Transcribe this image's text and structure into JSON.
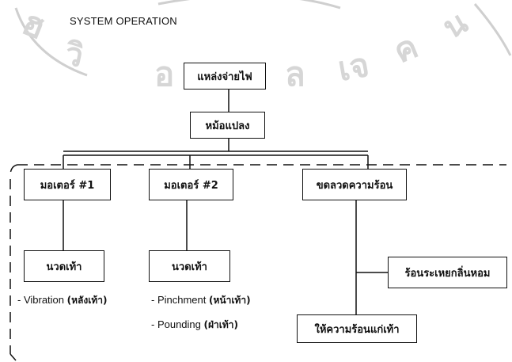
{
  "diagram": {
    "title": "SYSTEM OPERATION",
    "nodes": {
      "power_source": "แหล่งจ่ายไฟ",
      "transformer": "หม้อแปลง",
      "motor1": "มอเตอร์ #1",
      "motor2": "มอเตอร์ #2",
      "heater_coil": "ขดลวดความร้อน",
      "massage1": "นวดเท้า",
      "massage2": "นวดเท้า",
      "aroma_heat": "ร้อนระเหยกลิ่นหอม",
      "foot_heat": "ให้ความร้อนแก่เท้า"
    },
    "labels": {
      "vibration_prefix": "- Vibration ",
      "vibration_thai": "(หลังเท้า)",
      "pinchment_prefix": "- Pinchment ",
      "pinchment_thai": "(หน้าเท้า)",
      "pounding_prefix": "- Pounding ",
      "pounding_thai": "(ฝ่าเท้า)"
    },
    "watermark": "มหาวิทยาลัยเชียงใหม่ / สงวนลิขสิทธิ์ (faded seal)"
  }
}
